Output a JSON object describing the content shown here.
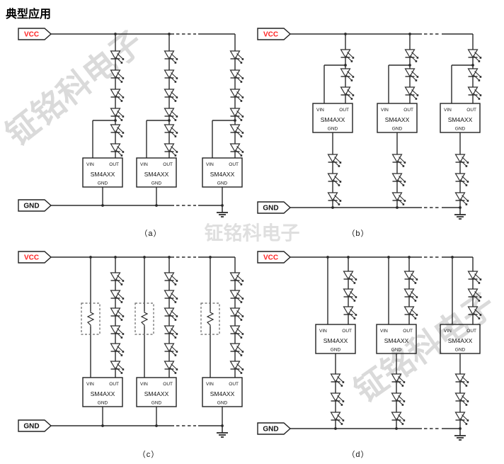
{
  "page": {
    "title": "典型应用"
  },
  "rails": {
    "vcc_label": "VCC",
    "gnd_label": "GND"
  },
  "chip": {
    "name": "SM4AXX",
    "pin_vin": "VIN",
    "pin_out": "OUT",
    "pin_gnd": "GND"
  },
  "captions": {
    "a": "（a）",
    "b": "（b）",
    "c": "（c）",
    "d": "（d）"
  },
  "watermark": {
    "text": "钲铭科电子"
  },
  "colors": {
    "vcc_text": "#ff2222",
    "gnd_text": "#111111",
    "wire": "#2b2b2b",
    "chip_border": "#222222",
    "watermark": "#dadada"
  }
}
